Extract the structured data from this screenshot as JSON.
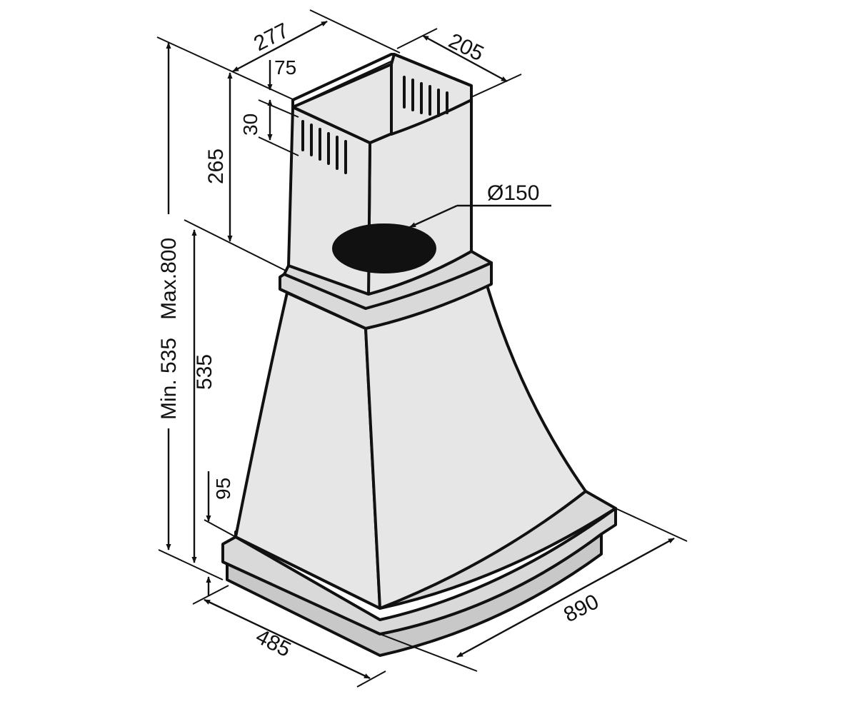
{
  "dimensions": {
    "chimney_width": "277",
    "chimney_depth": "205",
    "chimney_offset_top": "75",
    "vent_height": "30",
    "chimney_height": "265",
    "outlet_diameter": "150",
    "overall_range": "Min. 535   Max.800",
    "body_height": "535",
    "base_height": "95",
    "hood_depth": "485",
    "hood_width": "890"
  },
  "colors": {
    "line": "#111111",
    "body": "#e6e6e6",
    "band": "#d9d9d9",
    "base": "#c8c8c8",
    "outlet": "#111111"
  }
}
